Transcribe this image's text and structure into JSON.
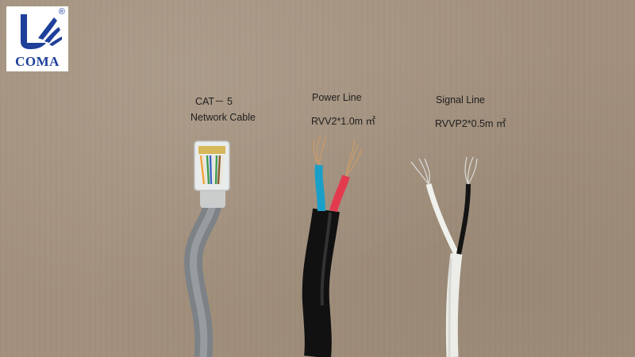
{
  "logo": {
    "brand": "COMA",
    "registered_mark": "®",
    "colors": {
      "primary": "#1e3f9a",
      "background": "#ffffff"
    }
  },
  "cables": [
    {
      "line1": "CAT－ 5",
      "line2": "Network Cable",
      "color": "#8e9398"
    },
    {
      "line1": "Power Line",
      "line2": "RVV2*1.0m ㎡",
      "color": "#161616"
    },
    {
      "line1": "Signal Line",
      "line2": "RVVP2*0.5m ㎡",
      "color": "#e9e9e6"
    }
  ],
  "background_color": "#a3917d"
}
